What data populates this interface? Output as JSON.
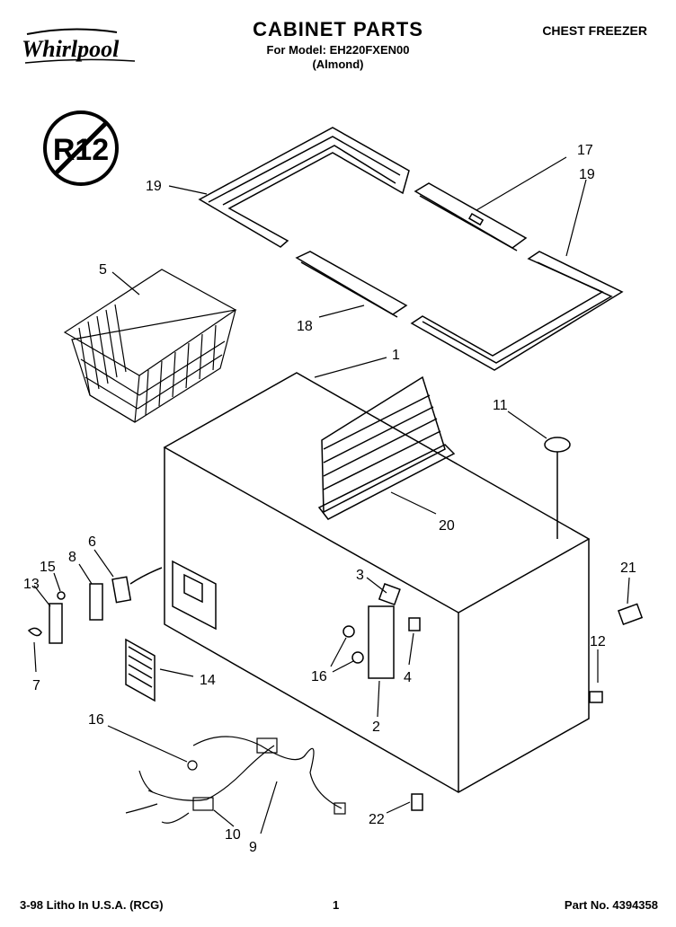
{
  "header": {
    "brand": "Whirlpool",
    "title": "CABINET PARTS",
    "model_line": "For Model: EH220FXEN00",
    "color_line": "(Almond)",
    "category": "CHEST FREEZER",
    "badge_text": "R12"
  },
  "footer": {
    "litho": "3-98 Litho In U.S.A. (RCG)",
    "page": "1",
    "part_no": "Part No. 4394358"
  },
  "parts": [
    {
      "id": "p1",
      "label": "1"
    },
    {
      "id": "p2",
      "label": "2"
    },
    {
      "id": "p3",
      "label": "3"
    },
    {
      "id": "p4",
      "label": "4"
    },
    {
      "id": "p5",
      "label": "5"
    },
    {
      "id": "p6",
      "label": "6"
    },
    {
      "id": "p7",
      "label": "7"
    },
    {
      "id": "p8",
      "label": "8"
    },
    {
      "id": "p9",
      "label": "9"
    },
    {
      "id": "p10",
      "label": "10"
    },
    {
      "id": "p11",
      "label": "11"
    },
    {
      "id": "p12",
      "label": "12"
    },
    {
      "id": "p13",
      "label": "13"
    },
    {
      "id": "p14",
      "label": "14"
    },
    {
      "id": "p15",
      "label": "15"
    },
    {
      "id": "p16a",
      "label": "16"
    },
    {
      "id": "p16b",
      "label": "16"
    },
    {
      "id": "p17",
      "label": "17"
    },
    {
      "id": "p18",
      "label": "18"
    },
    {
      "id": "p19a",
      "label": "19"
    },
    {
      "id": "p19b",
      "label": "19"
    },
    {
      "id": "p20",
      "label": "20"
    },
    {
      "id": "p21",
      "label": "21"
    },
    {
      "id": "p22",
      "label": "22"
    }
  ]
}
